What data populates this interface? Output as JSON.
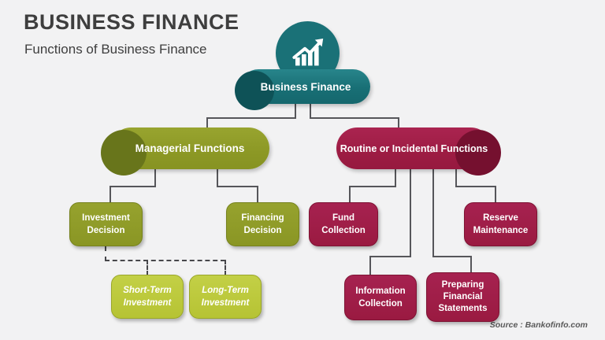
{
  "header": {
    "title": "BUSINESS FINANCE",
    "subtitle": "Functions of Business Finance"
  },
  "footer": {
    "source": "Source : Bankofinfo.com"
  },
  "colors": {
    "background": "#f2f2f3",
    "teal": "#1a7177",
    "teal_dark": "#0e5257",
    "olive": "#8c9825",
    "olive_dark": "#68751b",
    "maroon": "#9d1c43",
    "maroon_dark": "#75102f",
    "lime": "#b9c637",
    "connector": "#56565a",
    "title_text": "#3e3e3e",
    "node_text": "#ffffff"
  },
  "diagram": {
    "root": {
      "label": "Business Finance",
      "icon": "growth-bar-chart-icon"
    },
    "branches": [
      {
        "label": "Managerial Functions",
        "children": [
          {
            "label": "Investment Decision",
            "children": [
              {
                "label": "Short-Term Investment"
              },
              {
                "label": "Long-Term Investment"
              }
            ]
          },
          {
            "label": "Financing Decision"
          }
        ]
      },
      {
        "label": "Routine or Incidental Functions",
        "children": [
          {
            "label": "Fund Collection"
          },
          {
            "label": "Information Collection"
          },
          {
            "label": "Preparing Financial Statements"
          },
          {
            "label": "Reserve Maintenance"
          }
        ]
      }
    ]
  }
}
